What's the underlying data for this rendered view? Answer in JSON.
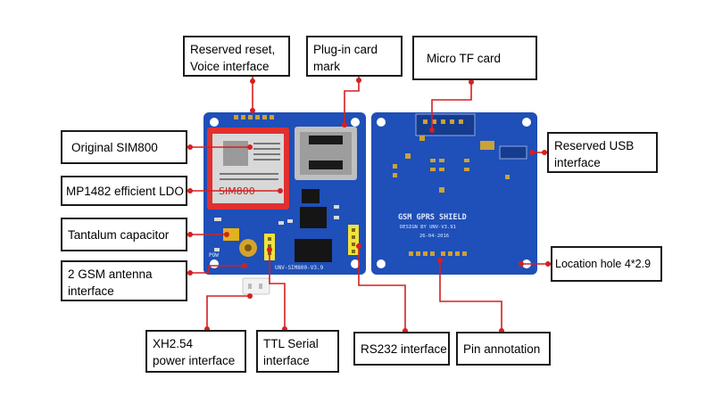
{
  "labels": {
    "reserved_reset": [
      "Reserved reset,",
      "Voice interface"
    ],
    "plugin_card": [
      "Plug-in card",
      "mark"
    ],
    "micro_tf": "Micro TF card",
    "original_sim": "Original SIM800",
    "mp1482": "MP1482 efficient LDO",
    "tantalum": "Tantalum capacitor",
    "gsm_antenna": [
      "2 GSM antenna",
      "interface"
    ],
    "reserved_usb": [
      "Reserved USB",
      "interface"
    ],
    "location_hole": "Location hole 4*2.9",
    "xh254": [
      "XH2.54",
      "power interface"
    ],
    "ttl_serial": [
      "TTL Serial",
      "interface"
    ],
    "rs232": "RS232 interface",
    "pin_annotation": "Pin annotation"
  },
  "board": {
    "shield_title": "GSM GPRS SHIELD",
    "design_by": "DESIGN BY UNV-V3.91",
    "date": "26-04-2016",
    "front_model": "UNV-SIM800-V3.9",
    "module_name": "SIM800",
    "power_mark": "POW"
  },
  "colors": {
    "pcb": "#1f4fb8",
    "pcb_dark": "#163c8f",
    "leader": "#d42020",
    "frame": "#1a1a1a"
  }
}
